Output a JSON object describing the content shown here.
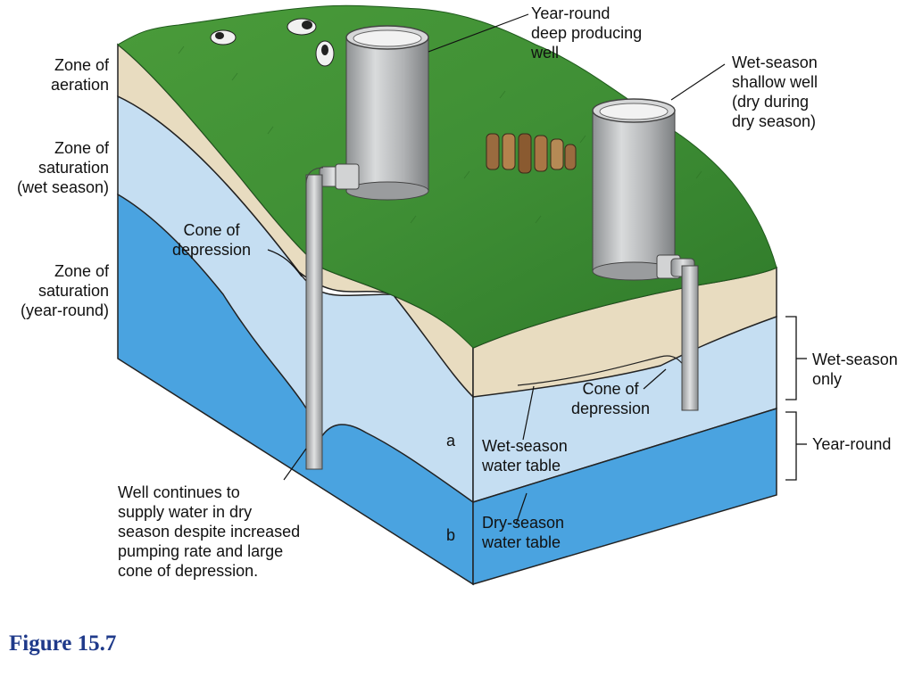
{
  "figure": {
    "caption": "Figure 15.7"
  },
  "zones": {
    "aeration": "Zone of\naeration",
    "saturation_wet": "Zone of\nsaturation\n(wet season)",
    "saturation_year": "Zone of\nsaturation\n(year-round)"
  },
  "wells": {
    "deep": "Year-round\ndeep producing\nwell",
    "shallow": "Wet-season\nshallow well\n(dry during\ndry season)"
  },
  "annotations": {
    "cone_left": "Cone of\ndepression",
    "cone_right": "Cone of\ndepression",
    "well_continues": "Well continues to\nsupply water in dry\nseason despite increased\npumping rate and large\ncone of depression.",
    "wet_table": "Wet-season\nwater table",
    "dry_table": "Dry-season\nwater table"
  },
  "layer_letters": {
    "a": "a",
    "b": "b"
  },
  "brackets": {
    "wet_only": "Wet-season\nonly",
    "year_round": "Year-round"
  },
  "colors": {
    "grass": "#3f8f35",
    "soil": "#e8dcc0",
    "wet_saturation": "#c5def2",
    "year_saturation": "#4aa3e0",
    "well": "#b7b9bb"
  }
}
